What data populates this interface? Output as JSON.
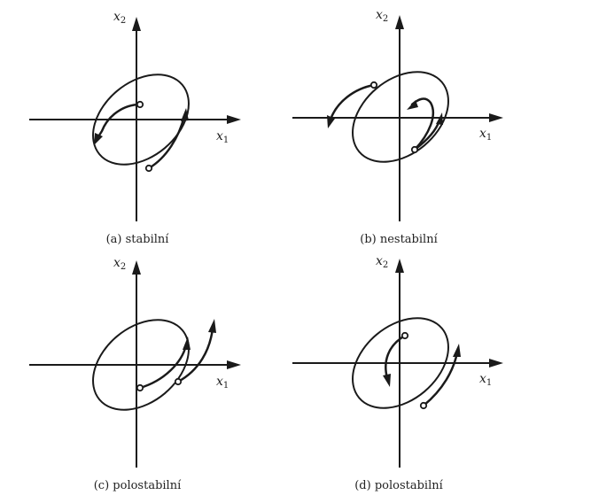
{
  "axes": {
    "x_label": "x",
    "x_sub": "1",
    "y_label": "x",
    "y_sub": "2"
  },
  "panels": [
    {
      "id": "a",
      "caption": "(a) stabilní"
    },
    {
      "id": "b",
      "caption": "(b) nestabilní"
    },
    {
      "id": "c",
      "caption": "(c) polostabilní"
    },
    {
      "id": "d",
      "caption": "(d) polostabilní"
    }
  ]
}
